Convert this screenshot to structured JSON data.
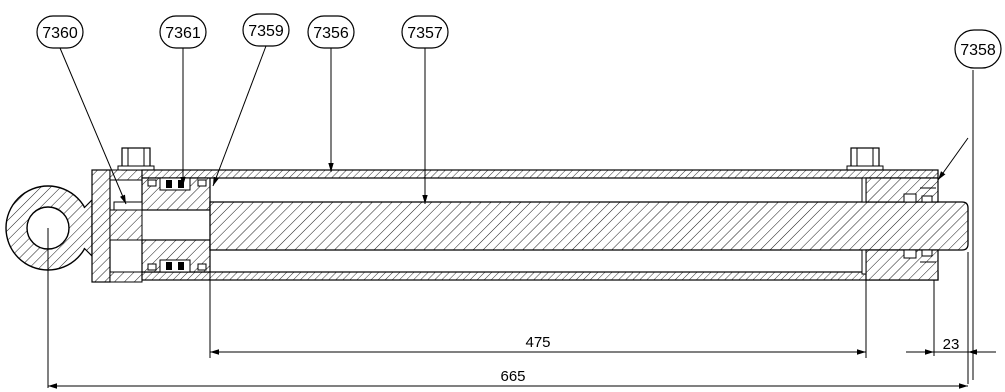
{
  "balloons": [
    {
      "id": "b7360",
      "label": "7360"
    },
    {
      "id": "b7361",
      "label": "7361"
    },
    {
      "id": "b7359",
      "label": "7359"
    },
    {
      "id": "b7356",
      "label": "7356"
    },
    {
      "id": "b7357",
      "label": "7357"
    },
    {
      "id": "b7358",
      "label": "7358"
    }
  ],
  "dimensions": {
    "stroke_length": "475",
    "rod_extension": "23",
    "overall_length": "665"
  }
}
